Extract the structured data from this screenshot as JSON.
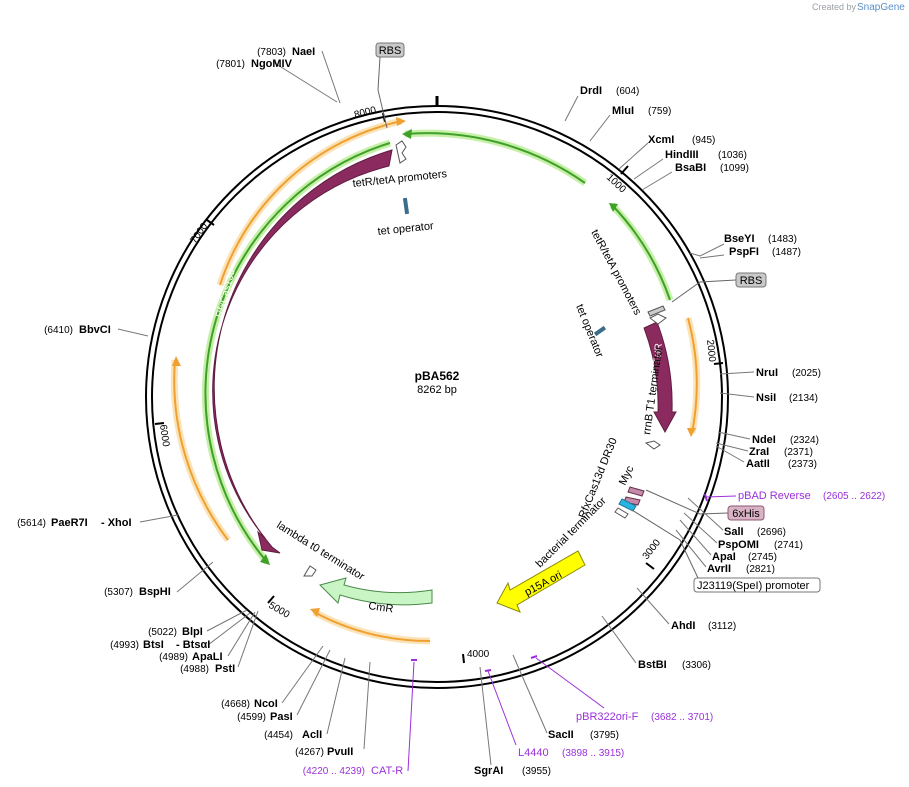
{
  "plasmid": {
    "name": "pBA562",
    "length_label": "8262 bp",
    "length": 8262
  },
  "credit": {
    "prefix": "Created by",
    "brand": "SnapGene"
  },
  "ticks": [
    "1000",
    "2000",
    "3000",
    "4000",
    "5000",
    "6000",
    "7000",
    "8000"
  ],
  "sites": [
    {
      "name": "DrdI",
      "pos": "(604)"
    },
    {
      "name": "MluI",
      "pos": "(759)"
    },
    {
      "name": "XcmI",
      "pos": "(945)"
    },
    {
      "name": "HindIII",
      "pos": "(1036)"
    },
    {
      "name": "BsaBI",
      "pos": "(1099)"
    },
    {
      "name": "BseYI",
      "pos": "(1483)"
    },
    {
      "name": "PspFI",
      "pos": "(1487)"
    },
    {
      "name": "NruI",
      "pos": "(2025)"
    },
    {
      "name": "NsiI",
      "pos": "(2134)"
    },
    {
      "name": "NdeI",
      "pos": "(2324)"
    },
    {
      "name": "ZraI",
      "pos": "(2371)"
    },
    {
      "name": "AatII",
      "pos": "(2373)"
    },
    {
      "name": "SalI",
      "pos": "(2696)"
    },
    {
      "name": "PspOMI",
      "pos": "(2741)"
    },
    {
      "name": "ApaI",
      "pos": "(2745)"
    },
    {
      "name": "AvrII",
      "pos": "(2821)"
    },
    {
      "name": "AhdI",
      "pos": "(3112)"
    },
    {
      "name": "BstBI",
      "pos": "(3306)"
    },
    {
      "name": "SacII",
      "pos": "(3795)"
    },
    {
      "name": "SgrAI",
      "pos": "(3955)"
    },
    {
      "name": "PvuII",
      "pos": "(4267)"
    },
    {
      "name": "AclI",
      "pos": "(4454)"
    },
    {
      "name": "PasI",
      "pos": "(4599)"
    },
    {
      "name": "NcoI",
      "pos": "(4668)"
    },
    {
      "name": "PstI",
      "pos": "(4988)"
    },
    {
      "name": "ApaLI",
      "pos": "(4989)"
    },
    {
      "name": "BtsI",
      "pos": "(4993)"
    },
    {
      "name": "- BtsαI",
      "pos": ""
    },
    {
      "name": "BlpI",
      "pos": "(5022)"
    },
    {
      "name": "BspHI",
      "pos": "(5307)"
    },
    {
      "name": "PaeR7I",
      "pos": "(5614)"
    },
    {
      "name": "- XhoI",
      "pos": ""
    },
    {
      "name": "BbvCI",
      "pos": "(6410)"
    },
    {
      "name": "NgoMIV",
      "pos": "(7801)"
    },
    {
      "name": "NaeI",
      "pos": "(7803)"
    }
  ],
  "primers": [
    {
      "name": "pBAD Reverse",
      "range": "(2605 .. 2622)"
    },
    {
      "name": "pBR322ori-F",
      "range": "(3682 .. 3701)"
    },
    {
      "name": "L4440",
      "range": "(3898 .. 3915)"
    },
    {
      "name": "CAT-R",
      "range": "(4220 .. 4239)"
    }
  ],
  "features": {
    "promoter_top": "tetR/tetA promoters",
    "operator_top": "tet operator",
    "promoter_right": "tetR/tetA promoters",
    "operator_right": "tet operator",
    "terminator_rrnb": "rrnB T1 terminator",
    "dr30": "RfxCas13d DR30",
    "myc": "Myc",
    "bact_term": "bacterial terminator",
    "lambda_term": "lambda t0 terminator"
  },
  "boxes": {
    "rbs_top": "RBS",
    "rbs_right": "RBS",
    "his": "6xHis",
    "j23119": "J23119(SpeI) promoter"
  },
  "arrows": {
    "rfxcas13d": "RfxCas13d",
    "tetr": "TetR",
    "p15a": "p15A ori",
    "cmr": "CmR"
  },
  "colors": {
    "cds": "#8b2a5f",
    "orange_feature": "#f0a030",
    "green_feature": "#3fa02a",
    "p15a": "#ffff00",
    "cmr": "#c9f5c5",
    "primer": "#9b30d9",
    "myc": "#c48aa9",
    "his": "#d9b3c5",
    "ori_cyan": "#2ab5e0"
  }
}
